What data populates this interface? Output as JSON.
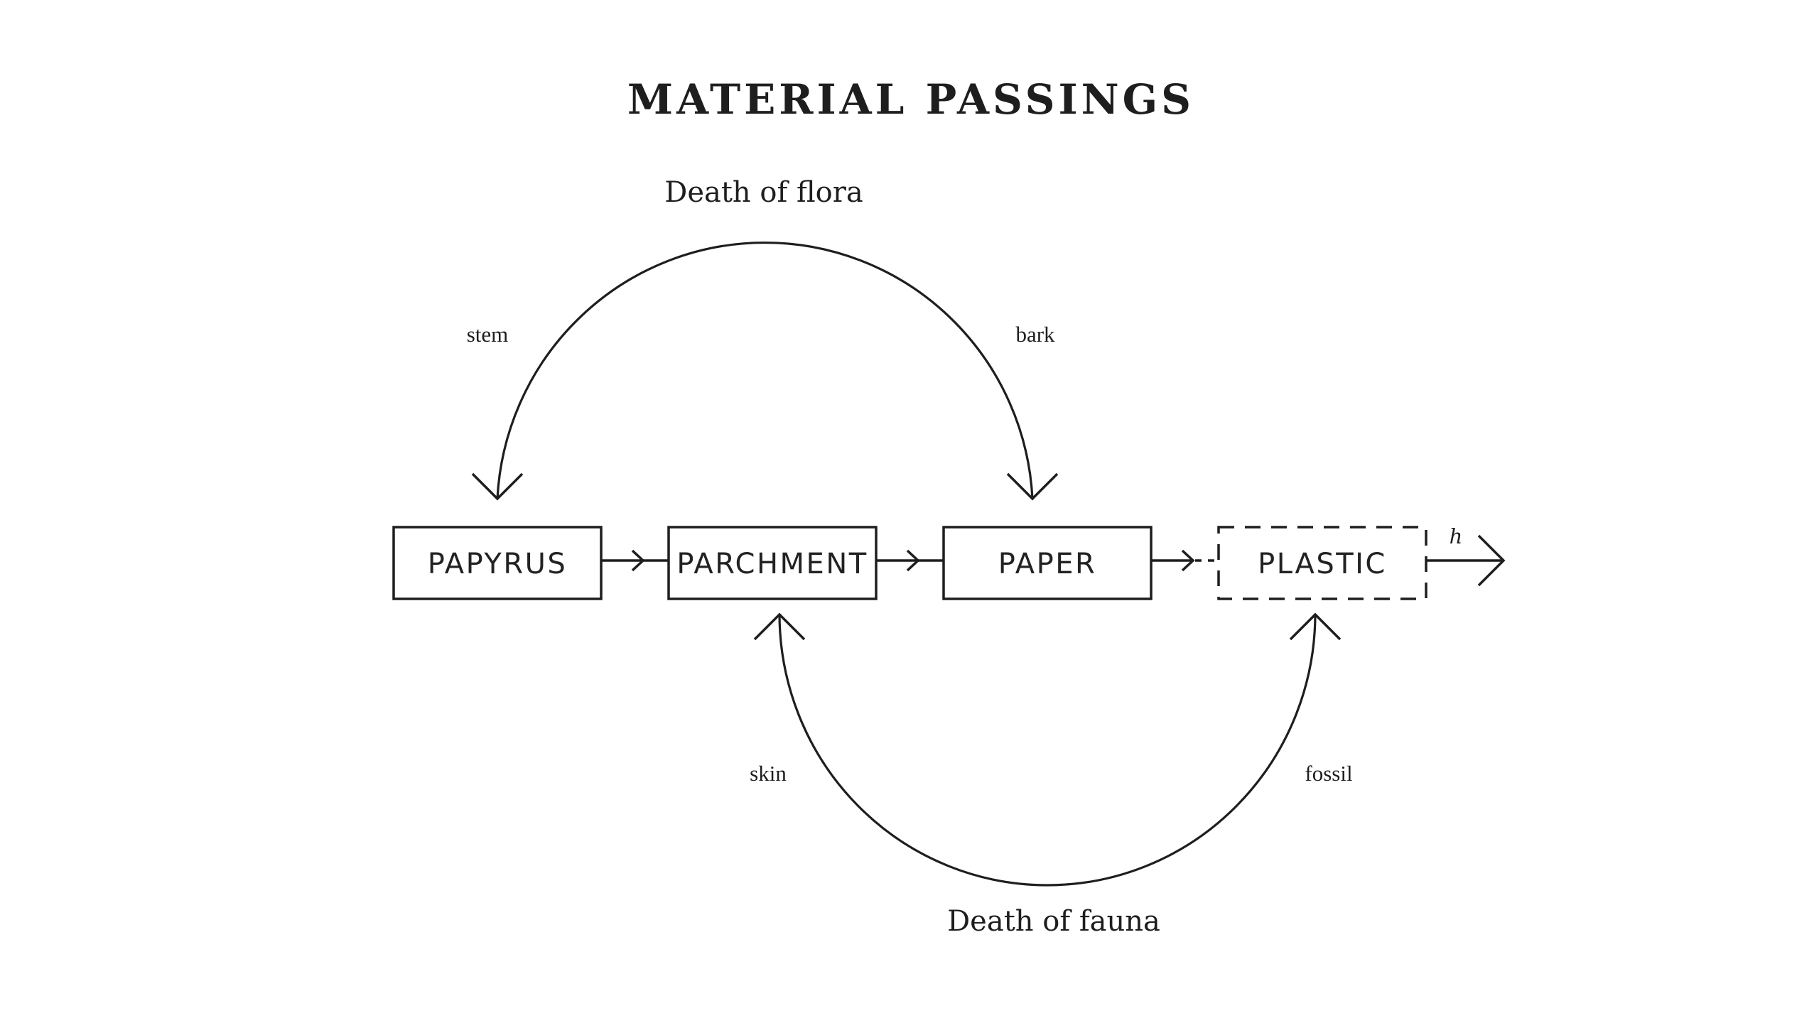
{
  "title": "MATERIAL PASSINGS",
  "nodes": [
    {
      "id": "papyrus",
      "label": "PAPYRUS",
      "style": "solid"
    },
    {
      "id": "parchment",
      "label": "PARCHMENT",
      "style": "solid"
    },
    {
      "id": "paper",
      "label": "PAPER",
      "style": "solid"
    },
    {
      "id": "plastic",
      "label": "PLASTIC",
      "style": "dashed"
    }
  ],
  "sequence_edges": [
    {
      "from": "papyrus",
      "to": "parchment",
      "style": "solid"
    },
    {
      "from": "parchment",
      "to": "paper",
      "style": "solid"
    },
    {
      "from": "paper",
      "to": "plastic",
      "style": "dashed"
    }
  ],
  "continuation": {
    "from": "plastic",
    "label": "h"
  },
  "arcs": {
    "flora": {
      "title": "Death of flora",
      "left_label": "stem",
      "right_label": "bark",
      "targets": [
        "papyrus",
        "paper"
      ]
    },
    "fauna": {
      "title": "Death of fauna",
      "left_label": "skin",
      "right_label": "fossil",
      "targets": [
        "parchment",
        "plastic"
      ]
    }
  },
  "colors": {
    "ink": "#1e1e1e",
    "background": "#ffffff"
  }
}
